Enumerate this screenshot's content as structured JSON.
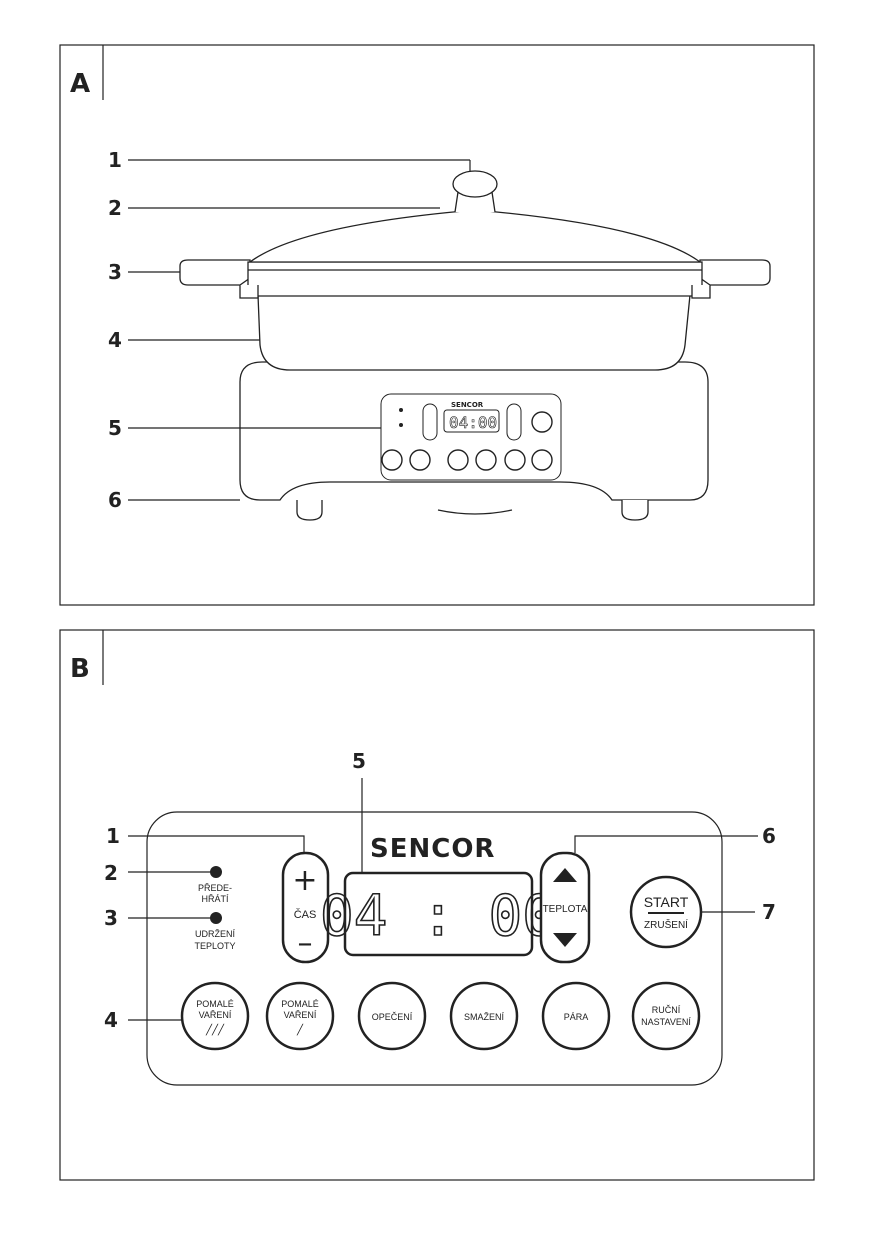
{
  "panel_a": {
    "label": "A",
    "callouts": [
      "1",
      "2",
      "3",
      "4",
      "5",
      "6"
    ],
    "mini_panel": {
      "brand": "SENCOR",
      "display": "04:00"
    }
  },
  "panel_b": {
    "label": "B",
    "callouts": [
      "1",
      "2",
      "3",
      "4",
      "5",
      "6",
      "7"
    ],
    "brand": "SENCOR",
    "display": "04 : 00",
    "time_button": {
      "plus": "+",
      "label": "ČAS",
      "minus": "–"
    },
    "temp_button": {
      "label": "TEPLOTA"
    },
    "indicators": [
      {
        "line1": "PŘEDE-",
        "line2": "HŘÁTÍ"
      },
      {
        "line1": "UDRŽENÍ",
        "line2": "TEPLOTY"
      }
    ],
    "start_button": {
      "line1": "START",
      "line2": "ZRUŠENÍ"
    },
    "program_buttons": [
      {
        "line1": "POMALÉ",
        "line2": "VAŘENÍ",
        "icon": "high-heat-icon"
      },
      {
        "line1": "POMALÉ",
        "line2": "VAŘENÍ",
        "icon": "low-heat-icon"
      },
      {
        "line1": "OPEČENÍ",
        "line2": ""
      },
      {
        "line1": "SMAŽENÍ",
        "line2": ""
      },
      {
        "line1": "PÁRA",
        "line2": ""
      },
      {
        "line1": "RUČNÍ",
        "line2": "NASTAVENÍ"
      }
    ]
  }
}
